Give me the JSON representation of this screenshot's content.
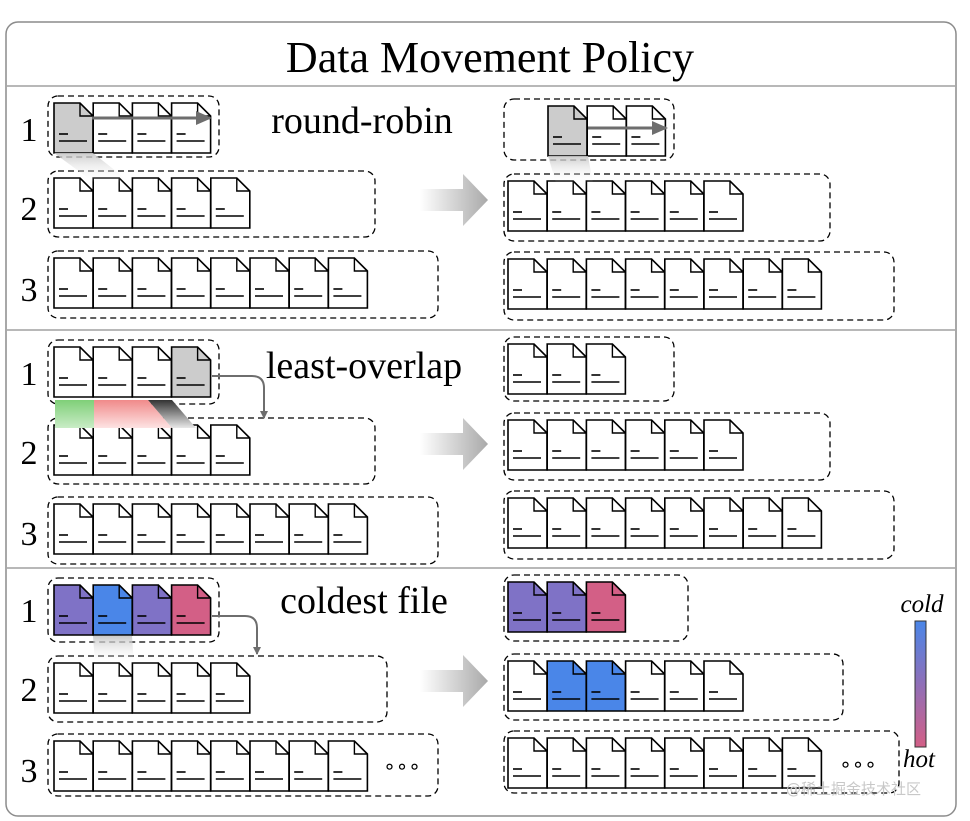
{
  "title": "Data Movement Policy",
  "colors": {
    "doc_default": "#ffffff",
    "doc_gray": "#cccccc",
    "cold": "#4a86e8",
    "cool": "#7f72c6",
    "warm": "#a06fa8",
    "hot": "#d35f86",
    "overlap_green": "#8fd48a",
    "overlap_red": "#f4a3a3",
    "arrow_gray": "#6e6e6e"
  },
  "sections": [
    {
      "label": "round-robin",
      "rows": [
        {
          "num": "1",
          "before": [
            "doc_gray",
            "doc_default",
            "doc_default",
            "doc_default"
          ],
          "after": [
            "doc_gray",
            "doc_default",
            "doc_default"
          ]
        },
        {
          "num": "2",
          "before": [
            "doc_default",
            "doc_default",
            "doc_default",
            "doc_default",
            "doc_default"
          ],
          "after": [
            "doc_default",
            "doc_default",
            "doc_default",
            "doc_default",
            "doc_default",
            "doc_default"
          ]
        },
        {
          "num": "3",
          "before": [
            "doc_default",
            "doc_default",
            "doc_default",
            "doc_default",
            "doc_default",
            "doc_default",
            "doc_default",
            "doc_default"
          ],
          "after": [
            "doc_default",
            "doc_default",
            "doc_default",
            "doc_default",
            "doc_default",
            "doc_default",
            "doc_default",
            "doc_default"
          ]
        }
      ]
    },
    {
      "label": "least-overlap",
      "rows": [
        {
          "num": "1",
          "before": [
            "doc_default",
            "doc_default",
            "doc_default",
            "doc_gray"
          ],
          "after": [
            "doc_default",
            "doc_default",
            "doc_default"
          ]
        },
        {
          "num": "2",
          "before": [
            "doc_default",
            "doc_default",
            "doc_default",
            "doc_default",
            "doc_default"
          ],
          "after": [
            "doc_default",
            "doc_default",
            "doc_default",
            "doc_default",
            "doc_default",
            "doc_default"
          ]
        },
        {
          "num": "3",
          "before": [
            "doc_default",
            "doc_default",
            "doc_default",
            "doc_default",
            "doc_default",
            "doc_default",
            "doc_default",
            "doc_default"
          ],
          "after": [
            "doc_default",
            "doc_default",
            "doc_default",
            "doc_default",
            "doc_default",
            "doc_default",
            "doc_default",
            "doc_default"
          ]
        }
      ]
    },
    {
      "label": "coldest file",
      "rows": [
        {
          "num": "1",
          "before": [
            "cool",
            "cold",
            "cool",
            "hot"
          ],
          "after": [
            "cool",
            "cool",
            "hot"
          ]
        },
        {
          "num": "2",
          "before": [
            "doc_default",
            "doc_default",
            "doc_default",
            "doc_default",
            "doc_default"
          ],
          "after": [
            "doc_default",
            "cold",
            "cold",
            "doc_default",
            "doc_default",
            "doc_default"
          ]
        },
        {
          "num": "3",
          "before": [
            "doc_default",
            "doc_default",
            "doc_default",
            "doc_default",
            "doc_default",
            "doc_default",
            "doc_default",
            "doc_default"
          ],
          "after": [
            "doc_default",
            "doc_default",
            "doc_default",
            "doc_default",
            "doc_default",
            "doc_default",
            "doc_default",
            "doc_default"
          ]
        }
      ]
    }
  ],
  "ellipsis": "∘∘∘",
  "colorbar": {
    "top_label": "cold",
    "bottom_label": "hot"
  },
  "watermark": "@稀土掘金技术社区"
}
